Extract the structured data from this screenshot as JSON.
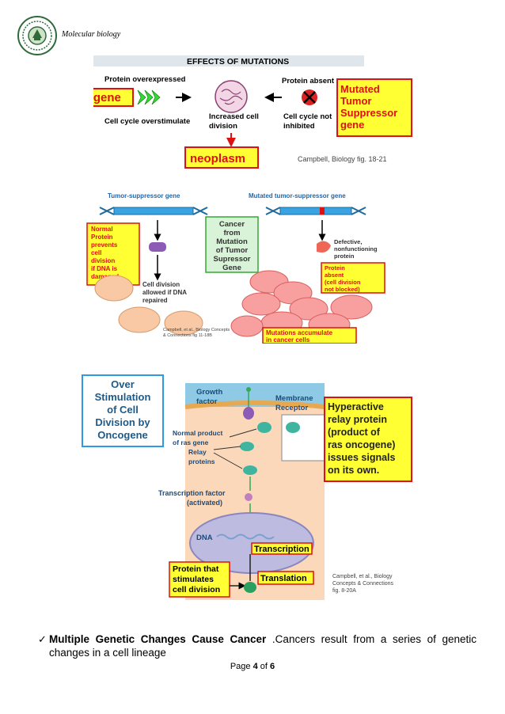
{
  "header": {
    "title": "Molecular biology"
  },
  "fig1": {
    "title": "EFFECTS OF MUTATIONS",
    "protein_over": "Protein overexpressed",
    "protein_absent": "Protein absent",
    "oncogene": "oncogene",
    "mutated_l1": "Mutated",
    "mutated_l2": "Tumor",
    "mutated_l3": "Suppressor",
    "mutated_l4": "gene",
    "cell_overstim": "Cell cycle overstimulate",
    "increased_l1": "Increased cell",
    "increased_l2": "division",
    "not_inhib_l1": "Cell cycle not",
    "not_inhib_l2": "inhibited",
    "neoplasm": "neoplasm",
    "citation": "Campbell, Biology fig. 18-21"
  },
  "fig2": {
    "tsg": "Tumor-suppressor gene",
    "mtsg": "Mutated tumor-suppressor gene",
    "normal": [
      "Normal",
      "Protein",
      "prevents",
      "cell",
      "division",
      "if DNA is",
      "damaged"
    ],
    "center": [
      "Cancer",
      "from",
      "Mutation",
      "of Tumor",
      "Supressor",
      "Gene"
    ],
    "defective": [
      "Defective,",
      "nonfunctioning",
      "protein"
    ],
    "absent": [
      "Protein",
      "absent",
      "(cell division",
      "not blocked)"
    ],
    "allowed": [
      "Cell division",
      "allowed if DNA",
      "repaired"
    ],
    "cite": [
      "Campbell, et al., Biology Concepts",
      "& Connections fig 11-18B"
    ],
    "accum": [
      "Mutations accumulate",
      "in cancer cells"
    ]
  },
  "fig3": {
    "over": [
      "Over",
      "Stimulation",
      "of Cell",
      "Division by",
      "Oncogene"
    ],
    "growth": [
      "Growth",
      "factor"
    ],
    "membrane": [
      "Membrane",
      "Receptor"
    ],
    "hyper": [
      "Hyperactive",
      "relay protein",
      "(product of",
      "ras oncogene)",
      "issues signals",
      "on its own."
    ],
    "normal_prod": [
      "Normal product",
      "of ras gene"
    ],
    "relay": [
      "Relay",
      "proteins"
    ],
    "tf": [
      "Transcription factor",
      "(activated)"
    ],
    "dna": "DNA",
    "transcription": "Transcription",
    "translation": "Translation",
    "protein_stim": [
      "Protein that",
      "stimulates",
      "cell division"
    ],
    "cite": [
      "Campbell, et al., Biology",
      "Concepts & Connections",
      "fig. 8-20A"
    ]
  },
  "body": {
    "bullet_bold": "Multiple Genetic Changes Cause Cancer",
    "bullet_rest": " .Cancers result from a series of genetic changes in a cell lineage"
  },
  "footer": {
    "prefix": "Page ",
    "page": "4",
    "mid": " of ",
    "total": "6"
  },
  "colors": {
    "yellow": "#ffff33",
    "red": "#dd1111",
    "green": "#33dd33",
    "peach": "#f8c9a4",
    "blue": "#2e9be0"
  }
}
